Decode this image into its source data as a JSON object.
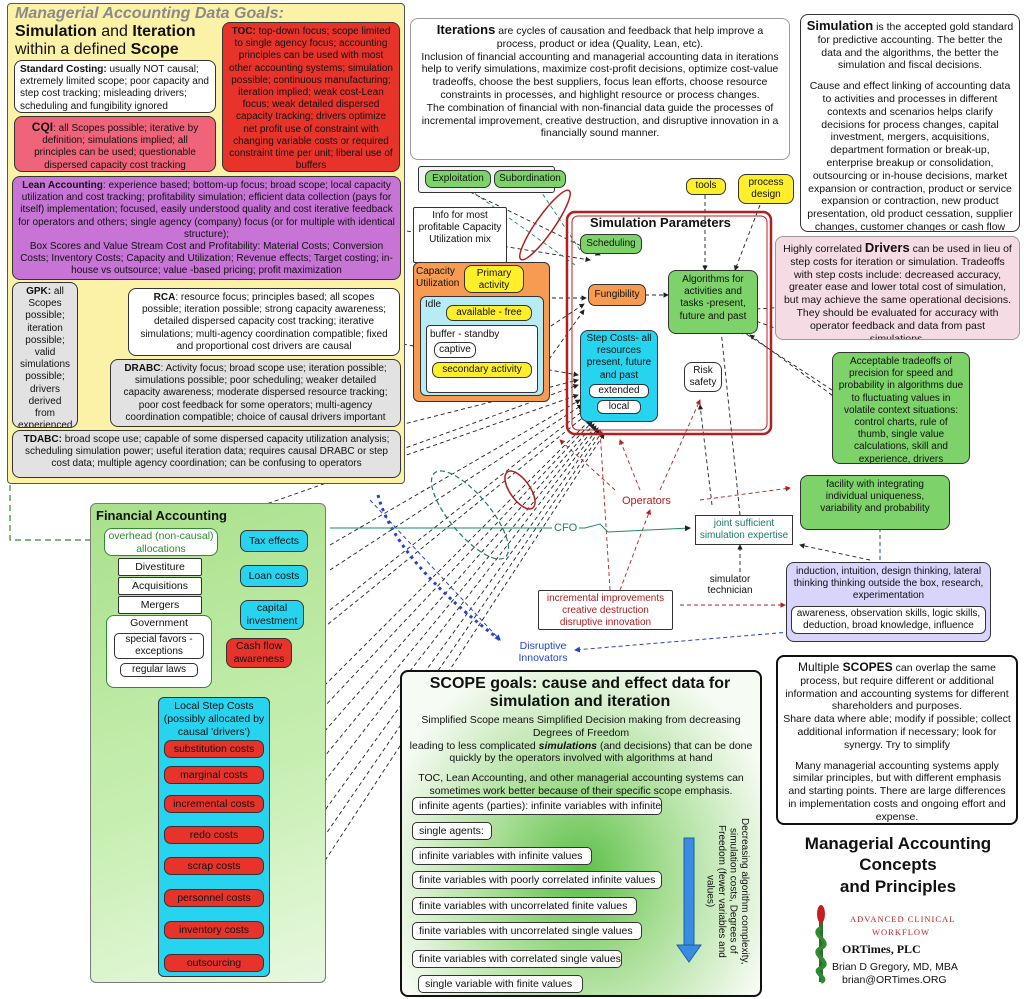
{
  "goals": {
    "heading": "Managerial Accounting Data Goals:",
    "sub1a": "Simulation",
    "sub1b": " and ",
    "sub1c": "Iteration",
    "sub2a": "within a defined ",
    "sub2b": "Scope"
  },
  "standard": {
    "t": "Standard Costing:",
    "d": " usually NOT causal; extremely limited scope; poor capacity and step cost tracking; misleading drivers; scheduling and fungibility ignored"
  },
  "cqi": {
    "t": "CQI",
    "d": ": all Scopes possible; iterative by definition; simulations implied; all principles can be used; questionable dispersed capacity cost tracking"
  },
  "toc": {
    "t": "TOC:",
    "d": " top-down focus; scope limited to single agency focus; accounting principles can be used with most other accounting systems; simulation possible; continuous manufacturing; iteration implied; weak cost-Lean focus; weak detailed dispersed capacity tracking; drivers optimize net profit use of constraint with changing variable costs or required constraint time per unit; liberal use of buffers"
  },
  "lean": {
    "t": "Lean Accounting",
    "d": ": experience based; bottom-up focus; broad scope; local capacity utilization and cost tracking; profitability simulation;  efficient data collection (pays for itself) implementation; focused, easily understood quality and cost iterative feedback for operators and others; single agency (company) focus (or for multiple with identical structure);",
    "d2": "Box Scores and Value Stream Cost and Profitability: Material Costs; Conversion Costs; Inventory Costs; Capacity and Utilization; Revenue effects; Target costing; in-house vs outsource; value -based pricing; profit maximization"
  },
  "gpk": {
    "t": "GPK:",
    "d": " all Scopes possible; iteration possible; valid simulations possible; drivers derived from experienced optimal realistic use; dispersed capacity utilization tracking; German"
  },
  "rca": {
    "t": "RCA",
    "d": ": resource focus; principles based; all scopes possible; iteration possible; strong capacity awareness; detailed dispersed capacity cost tracking; iterative simulations; multi-agency coordination compatible; fixed and proportional cost drivers are causal"
  },
  "drabc": {
    "t": "DRABC",
    "d": ": Activity focus; broad scope use; iteration possible; simulations possible; poor scheduling; weaker detailed capacity awareness; moderate dispersed resource tracking; poor cost feedback for some operators;  multi-agency coordination compatible; choice of causal drivers important"
  },
  "tdabc": {
    "t": "TDABC:",
    "d": " broad scope use; capable of some dispersed capacity utilization analysis; scheduling simulation power; useful iteration data; requires causal DRABC or step cost data; multiple agency coordination; can be confusing to operators"
  },
  "iterations": {
    "t": "Iterations",
    "d": " are cycles of causation and feedback that help improve a process, product or idea (Quality, Lean, etc).",
    "d2": "Inclusion of financial accounting and managerial accounting data in iterations help to verify simulations, maximize cost-profit decisions, optimize cost-value tradeoffs, choose the best suppliers, focus lean efforts, choose resource constraints in processes, and highlight resource or process changes.",
    "d3": "The combination of financial with non-financial data guide the processes of incremental improvement, creative destruction, and disruptive innovation in a financially sound manner."
  },
  "simulation": {
    "t": "Simulation",
    "d": " is the accepted gold standard for predictive accounting. The better the data and the algorithms, the better the simulation and fiscal decisions.",
    "d2": "Cause and effect linking of accounting data to activities and processes in different contexts and scenarios helps clarify decisions for process changes, capital investment, mergers, acquisitions, department formation or break-up, enterprise breakup or consolidation, outsourcing or in-house decisions, market expansion or contraction, product or service expansion or contraction, new product presentation, old product cessation, supplier changes, customer changes or cash flow predictions."
  },
  "drivers": {
    "a": "Highly correlated ",
    "t": "Drivers",
    "d": " can be used in lieu of step costs for iteration or simulation. Tradeoffs with step costs include: decreased accuracy, greater ease and lower total cost of simulation, but may achieve the same operational decisions. They should be evaluated for accuracy with operator feedback and data from past simulations."
  },
  "tradeoffs": "Acceptable tradeoffs of precision for speed and probability in algorithms due to fluctuating values in volatile context situations: control charts, rule of thumb, single value calculations, skill and experience, drivers",
  "facility": "facility with integrating individual uniqueness, variability and probability",
  "induction": "induction, intuition, design thinking, lateral thinking thinking outside the box, research, experimentation",
  "awareness": "awareness, observation skills, logic skills, deduction, broad knowledge, influence",
  "sim_params": {
    "title": "Simulation Parameters",
    "scheduling": "Scheduling",
    "fungibility": "Fungibility",
    "algorithms": "Algorithms for activities and tasks -present, future and past",
    "step": "Step Costs- all resources present, future and past",
    "extended": "extended",
    "local": "local",
    "risk": "Risk safety"
  },
  "exploitation": "Exploitation",
  "subordination": "Subordination",
  "tools": "tools",
  "process_design": "process design",
  "info_mix": "Info for most profitable Capacity Utilization mix",
  "capacity": {
    "title": "Capacity Utilization",
    "primary": "Primary activity",
    "idle": "Idle",
    "available": "available - free",
    "buffer": "buffer - standby",
    "captive": "captive",
    "secondary": "secondary activity"
  },
  "operators": "Operators",
  "cfo": "CFO",
  "joint": "joint sufficient simulation expertise",
  "sim_tech": "simulator technician",
  "incremental": "incremental improvements creative destruction disruptive innovation",
  "disruptive": "Disruptive Innovators",
  "financial": {
    "title": "Financial Accounting",
    "overhead": "overhead (non-causal) allocations",
    "divestiture": "Divestiture",
    "acquisitions": "Acquisitions",
    "mergers": "Mergers",
    "government": "Government",
    "favors": "special favors - exceptions",
    "regular": "regular laws",
    "tax": "Tax effects",
    "loan": "Loan costs",
    "capital": "capital investment",
    "cash": "Cash flow awareness",
    "local_step": "Local Step Costs (possibly allocated by causal 'drivers')",
    "costs": [
      "substitution costs",
      "marginal costs",
      "incremental costs",
      "redo costs",
      "scrap costs",
      "personnel costs",
      "inventory costs",
      "outsourcing"
    ]
  },
  "scope": {
    "title": "SCOPE goals: cause and effect data for simulation and iteration",
    "p1": "Simplified Scope means Simplified Decision making from decreasing Degrees of Freedom",
    "p2a": "leading to less complicated ",
    "p2b": "simulations",
    "p2c": " (and decisions) that can be done quickly by the operators involved with algorithms at hand",
    "p3": "TOC, Lean Accounting, and other managerial accounting systems can sometimes work better because of their specific scope emphasis.",
    "rows": [
      "infinite agents (parties): infinite variables with infinite values",
      "single agents:",
      "infinite variables with infinite values",
      "finite variables with poorly correlated infinite values",
      "finite variables with uncorrelated finite values",
      "finite variables with uncorrelated single values",
      "finite variables with correlated single values",
      "single variable with finite values"
    ],
    "vertical": "Decreasing algorithm complexity, simulation costs, Degrees of Freedom (fewer variables and values)"
  },
  "multiple": {
    "a": "Multiple ",
    "t": "SCOPES",
    "d": " can overlap the same process, but require different or additional information and accounting systems for different shareholders and purposes.",
    "d2": "Share  data where able; modify if possible; collect additional information if necessary; look for synergy. Try to simplify",
    "d3": "Many managerial accounting systems apply similar principles, but with different emphasis and starting points. There are large differences in implementation costs and ongoing effort and expense."
  },
  "title": {
    "l1": "Managerial Accounting",
    "l2": "Concepts",
    "l3": "and Principles"
  },
  "logo": {
    "l1": "ADVANCED CLINICAL",
    "l2": "WORKFLOW"
  },
  "org": "ORTimes, PLC",
  "author": "Brian  D Gregory, MD, MBA",
  "email": "brian@ORTimes.ORG",
  "colors": {
    "yellow": "#ffef2a",
    "green": "#7dd36a",
    "red": "#e8332a",
    "cyan": "#27d4ef",
    "purple": "#c774d6",
    "pink": "#f0647a",
    "orange": "#f79b52",
    "lavender": "#d8d4fb"
  }
}
